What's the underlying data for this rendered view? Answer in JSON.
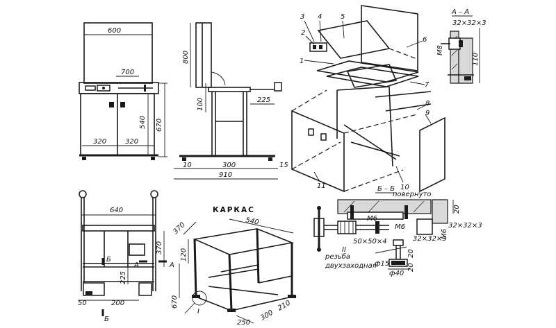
{
  "front_view": {
    "width": "600",
    "d700": "700",
    "d540": "540",
    "d670": "670",
    "d320_left": "320",
    "d320_right": "320"
  },
  "side_view": {
    "d800": "800",
    "d100": "100",
    "d225": "225",
    "d10": "10",
    "d300": "300",
    "d15": "15",
    "d910": "910"
  },
  "exploded_view": {
    "part_3": "3",
    "part_4": "4",
    "part_5": "5",
    "part_2": "2",
    "part_1": "1",
    "part_6": "6",
    "part_7": "7",
    "part_8": "8",
    "part_9": "9",
    "part_10": "10",
    "part_11": "11",
    "note_povernuto": "повернуто"
  },
  "section_aa": {
    "title": "А – А",
    "profile": "32×32×3",
    "m8": "М8",
    "d110": "110"
  },
  "lower_front_view": {
    "d640": "640",
    "d370": "370",
    "d225": "225",
    "d50": "50",
    "d200": "200",
    "cut_b_top": "Б",
    "cut_b_bottom": "Б",
    "cut_a_left": "А",
    "cut_a_right": "А"
  },
  "frame_view": {
    "title": "КАРКАС",
    "d370": "370",
    "d540": "540",
    "d120": "120",
    "d670": "670",
    "detail_mark": "I",
    "d250": "250",
    "d300": "300",
    "d210": "210"
  },
  "section_bb": {
    "title": "Б – Б",
    "m6_a": "М6",
    "m6_b": "М6",
    "m6_c": "М6",
    "d20_top": "20",
    "profile_a": "32×32×3",
    "profile_b": "32×32×3",
    "profile_c": "50×50×4",
    "detail_ii": "II",
    "thread_label_a": "резьба",
    "thread_label_b": "двухзаходная",
    "d20_side": "20",
    "d20_low": "20",
    "phi15": "ф15",
    "phi40": "ф40"
  }
}
